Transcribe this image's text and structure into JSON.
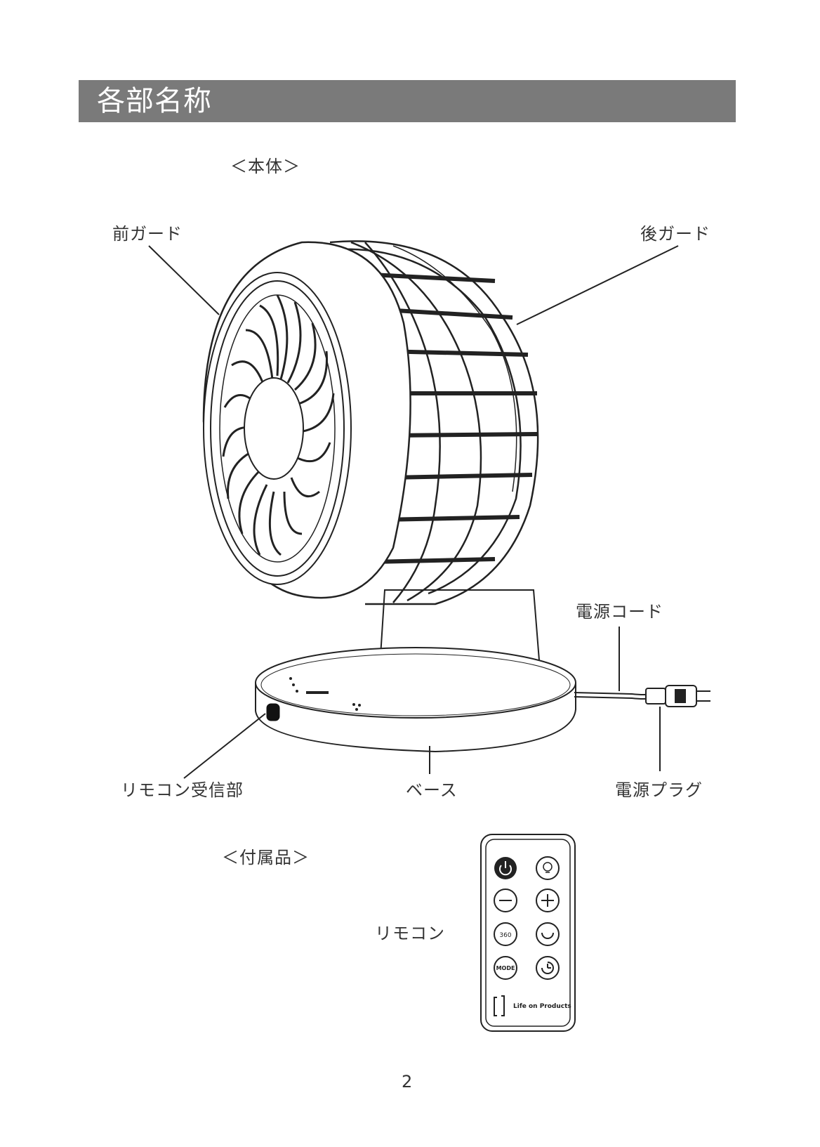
{
  "section": {
    "title": "各部名称",
    "bar_color": "#7a7a7a"
  },
  "body_section": {
    "heading": "＜本体＞",
    "labels": {
      "front_guard": "前ガード",
      "rear_guard": "後ガード",
      "power_cord": "電源コード",
      "remote_receiver": "リモコン受信部",
      "base": "ベース",
      "power_plug": "電源プラグ"
    }
  },
  "accessories_section": {
    "heading": "＜付属品＞",
    "remote_label": "リモコン",
    "remote": {
      "mode_label": "MODE",
      "swing_label": "360",
      "brand": "Life on Products"
    }
  },
  "page_number": "2"
}
